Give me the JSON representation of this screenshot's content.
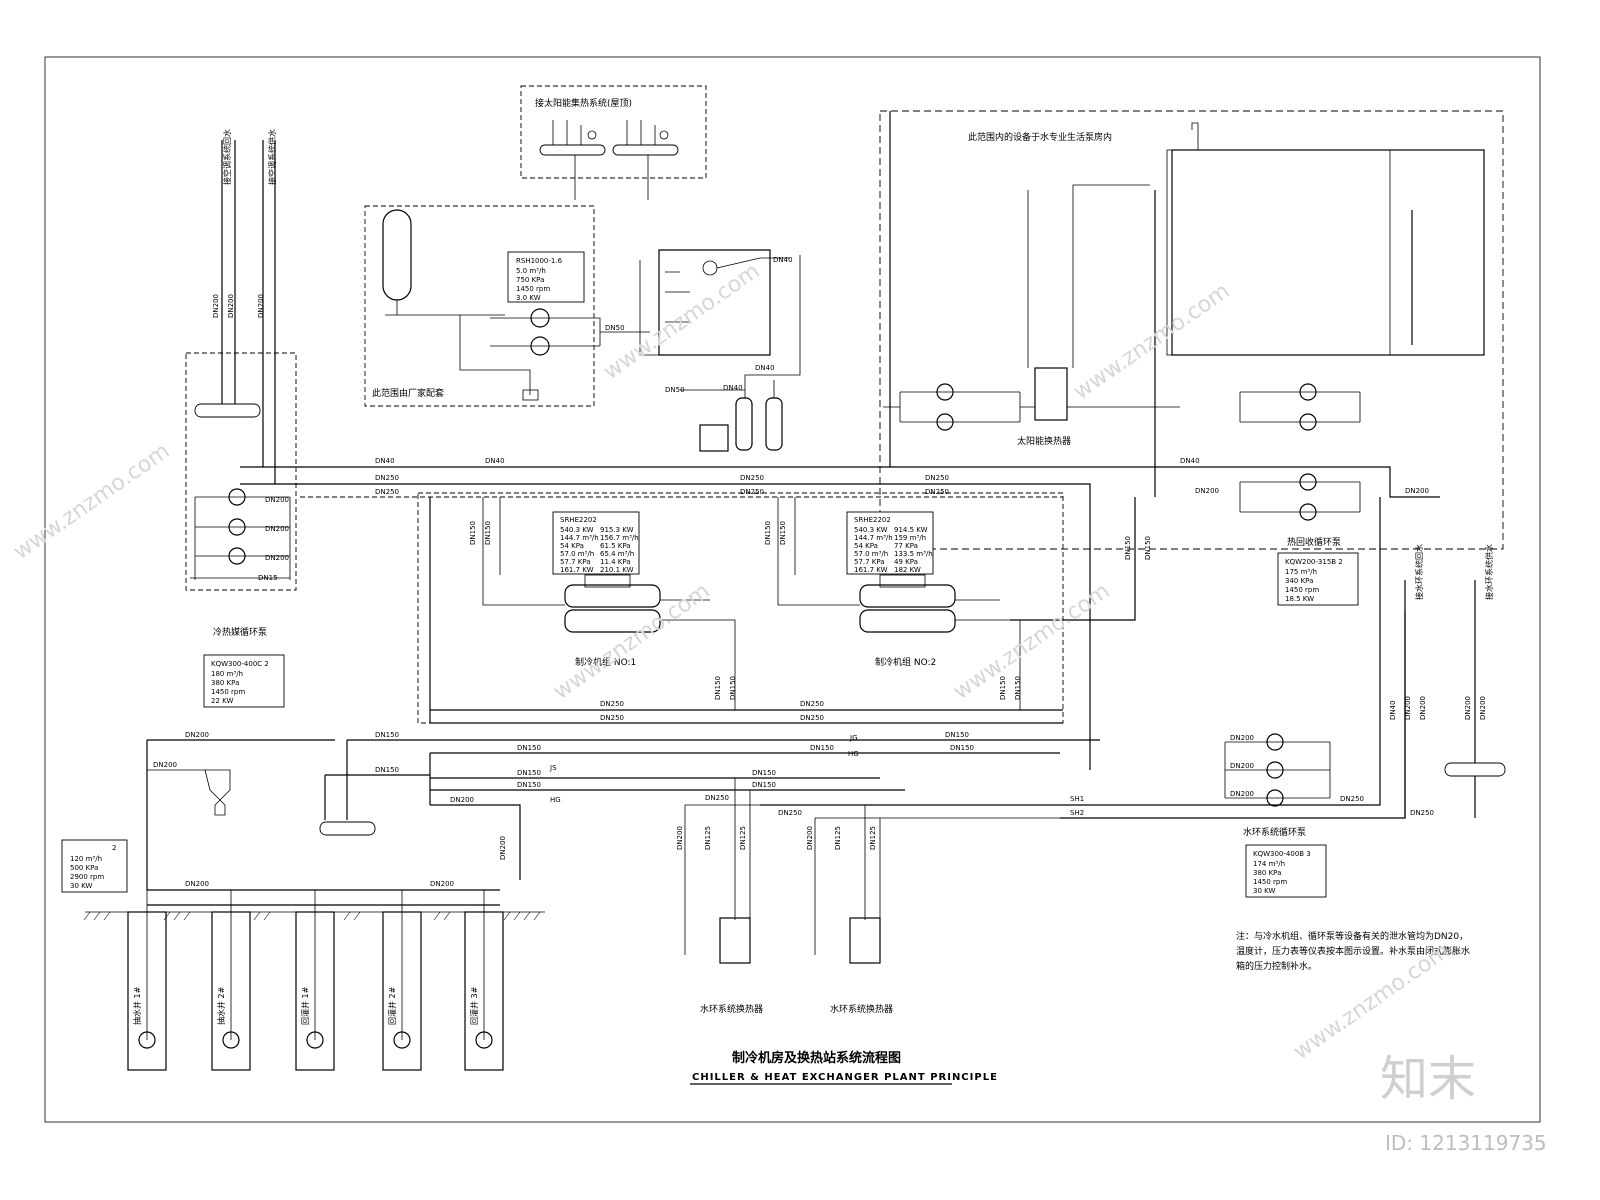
{
  "title": {
    "zh": "制冷机房及换热站系统流程图",
    "en": "CHILLER & HEAT EXCHANGER PLANT PRINCIPLE"
  },
  "regions": {
    "solar_collector": "接太阳能集热系统(屋顶)",
    "domestic_water_room": "此范围内的设备于水专业生活泵房内",
    "vendor_supplied": "此范围由厂家配套"
  },
  "equipment": {
    "chiller_1": "制冷机组 NO:1",
    "chiller_2": "制冷机组 NO:2",
    "cold_hot_pump": "冷热媒循环泵",
    "heat_recovery_pump": "热回收循环泵",
    "water_loop_pump": "水环系统循环泵",
    "solar_hx": "太阳能换热器",
    "loop_hx_1": "水环系统换热器",
    "loop_hx_2": "水环系统换热器"
  },
  "risers": {
    "ac_return": "接空调系统回水",
    "ac_supply": "接空调系统供水",
    "loop_return": "接水环系统回水",
    "loop_supply": "接水环系统供水"
  },
  "wells": [
    "抽水井 1#",
    "抽水井 2#",
    "回灌井 1#",
    "回灌井 2#",
    "回灌井 3#"
  ],
  "spec_tables": {
    "chiller_1": {
      "model": "SRHE2202",
      "left": [
        "540.3 KW",
        "144.7 m³/h",
        "54 KPa",
        "57.0 m³/h",
        "57.7 KPa",
        "161.7 KW"
      ],
      "right": [
        "915.3 KW",
        "156.7 m³/h",
        "61.5 KPa",
        "65.4 m³/h",
        "11.4 KPa",
        "210.1 KW"
      ]
    },
    "chiller_2": {
      "model": "SRHE2202",
      "left": [
        "540.3 KW",
        "144.7 m³/h",
        "54 KPa",
        "57.0 m³/h",
        "57.7 KPa",
        "161.7 KW"
      ],
      "right": [
        "914.5 KW",
        "159 m³/h",
        "77 KPa",
        "133.5 m³/h",
        "49 KPa",
        "182 KW"
      ]
    },
    "vendor": {
      "model": "RSH1000-1.6",
      "rows": [
        "5.0 m³/h",
        "750 KPa",
        "1450 rpm",
        "3.0 KW"
      ]
    },
    "cold_hot_pump": {
      "model": "KQW300-400C 2",
      "rows": [
        "180 m³/h",
        "380 KPa",
        "1450 rpm",
        "22 KW"
      ]
    },
    "heat_recovery_pump": {
      "model": "KQW200-315B 2",
      "rows": [
        "175 m³/h",
        "340 KPa",
        "1450 rpm",
        "18.5 KW"
      ]
    },
    "water_loop_pump": {
      "model": "KQW300-400B 3",
      "rows": [
        "174 m³/h",
        "380 KPa",
        "1450 rpm",
        "30 KW"
      ]
    },
    "well_pump": {
      "model": "2",
      "rows": [
        "120 m³/h",
        "500 KPa",
        "2900 rpm",
        "30 KW"
      ]
    }
  },
  "pipe_labels": {
    "dn40": "DN40",
    "dn50": "DN50",
    "dn125": "DN125",
    "dn150": "DN150",
    "dn200": "DN200",
    "dn250": "DN250",
    "dn15": "DN15",
    "jg": "JG",
    "js": "JS",
    "hg": "HG",
    "sh1": "SH1",
    "sh2": "SH2"
  },
  "note": "注：与冷水机组、循环泵等设备有关的泄水管均为DN20，温度计，压力表等仪表按本图示设置。补水泵由闭式膨胀水箱的压力控制补水。",
  "watermark": {
    "site": "www.znzmo.com",
    "logo": "知末",
    "id": "ID: 1213119735"
  }
}
